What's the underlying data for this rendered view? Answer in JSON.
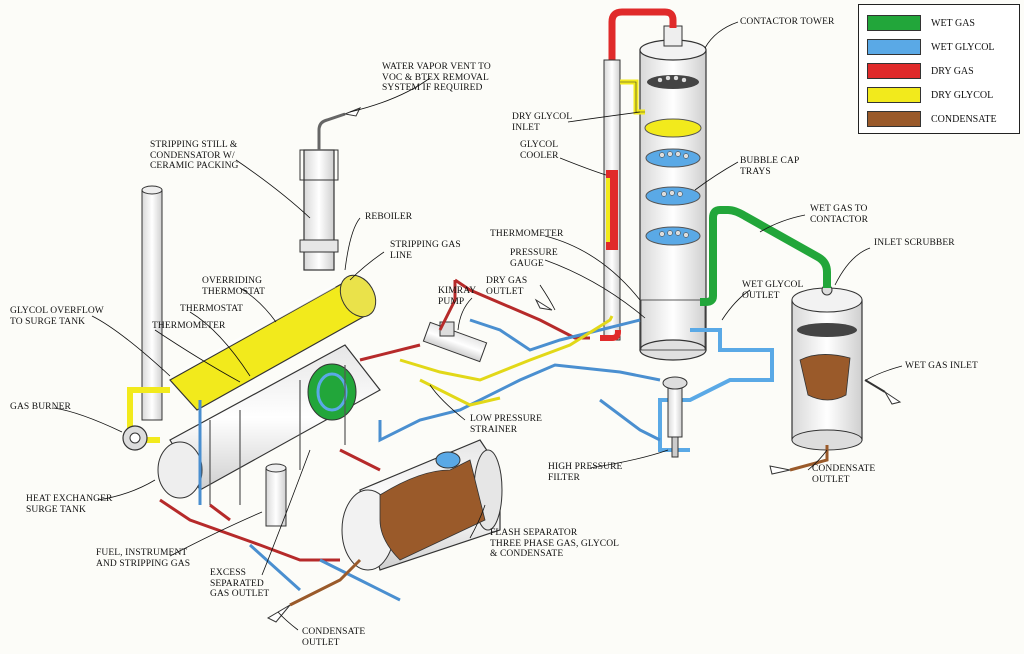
{
  "legend": {
    "items": [
      {
        "label": "WET GAS",
        "color": "#22a63a"
      },
      {
        "label": "WET GLYCOL",
        "color": "#5aa9e6"
      },
      {
        "label": "DRY GAS",
        "color": "#e02a2a"
      },
      {
        "label": "DRY GLYCOL",
        "color": "#f2ea1c"
      },
      {
        "label": "CONDENSATE",
        "color": "#9a5a2a"
      }
    ]
  },
  "labels": {
    "water_vapor_vent": "WATER VAPOR VENT TO\nVOC & BTEX REMOVAL\nSYSTEM IF REQUIRED",
    "contactor_tower": "CONTACTOR TOWER",
    "stripping_still": "STRIPPING STILL &\nCONDENSATOR W/\nCERAMIC PACKING",
    "dry_glycol_inlet": "DRY GLYCOL\nINLET",
    "glycol_cooler": "GLYCOL\nCOOLER",
    "bubble_cap_trays": "BUBBLE CAP\nTRAYS",
    "reboiler": "REBOILER",
    "wet_gas_to_contactor": "WET GAS TO\nCONTACTOR",
    "stripping_gas_line": "STRIPPING GAS\nLINE",
    "thermometer_top": "THERMOMETER",
    "pressure_gauge": "PRESSURE\nGAUGE",
    "inlet_scrubber": "INLET SCRUBBER",
    "overriding_thermostat": "OVERRIDING\nTHERMOSTAT",
    "dry_gas_outlet": "DRY GAS\nOUTLET",
    "kimray_pump": "KIMRAY\nPUMP",
    "wet_glycol_outlet": "WET GLYCOL\nOUTLET",
    "thermostat": "THERMOSTAT",
    "glycol_overflow": "GLYCOL OVERFLOW\nTO SURGE TANK",
    "thermometer_left": "THERMOMETER",
    "wet_gas_inlet": "WET GAS INLET",
    "gas_burner": "GAS BURNER",
    "low_pressure_strainer": "LOW PRESSURE\nSTRAINER",
    "high_pressure_filter": "HIGH PRESSURE\nFILTER",
    "condensate_outlet_right": "CONDENSATE\nOUTLET",
    "heat_exchanger": "HEAT EXCHANGER\nSURGE TANK",
    "flash_separator": "FLASH SEPARATOR\nTHREE PHASE GAS, GLYCOL\n& CONDENSATE",
    "fuel_instrument": "FUEL, INSTRUMENT\nAND STRIPPING GAS",
    "excess_separated": "EXCESS\nSEPARATED\nGAS OUTLET",
    "condensate_outlet_bottom": "CONDENSATE\nOUTLET"
  }
}
